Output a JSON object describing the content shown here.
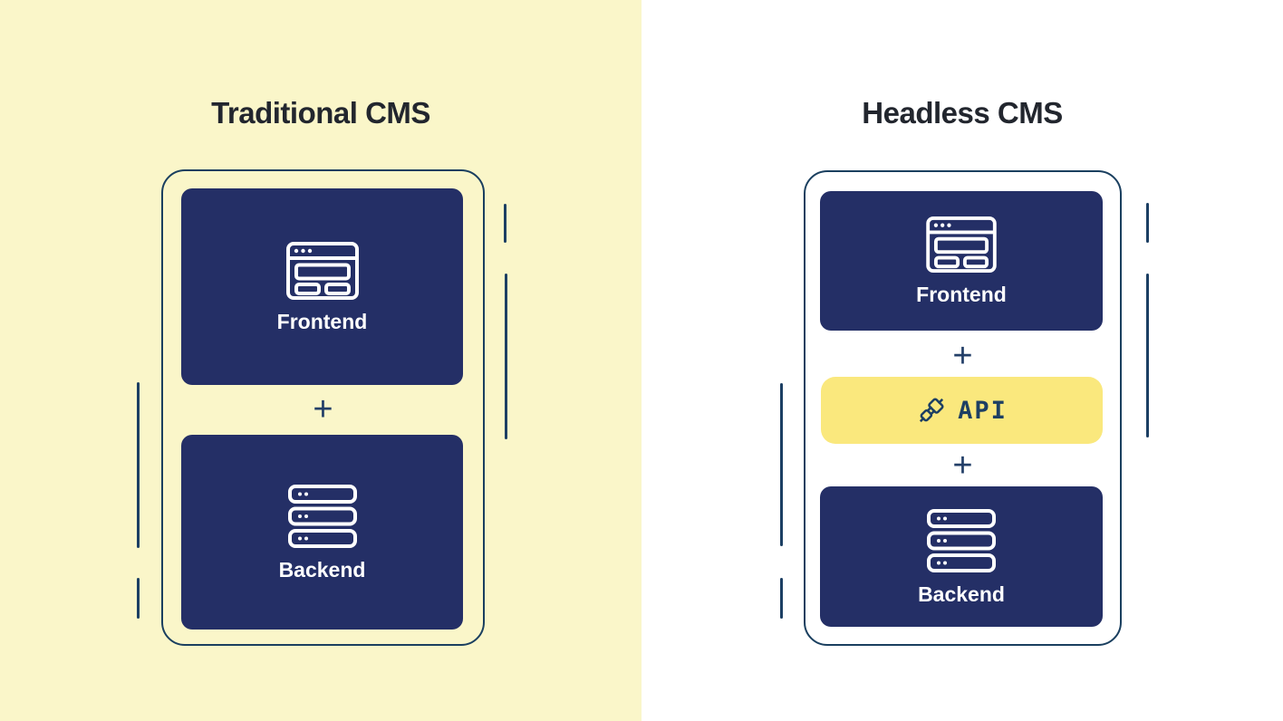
{
  "palette": {
    "left_background": "#faf6c9",
    "right_background": "#ffffff",
    "node_fill": "#242f66",
    "outline_navy": "#1a3f5f",
    "decor_line": "#1c3f63",
    "title_color": "#22262e",
    "api_pill_background": "#fae87d",
    "api_text_color": "#1d3f63",
    "node_label_color": "#ffffff",
    "plus_color": "#233f68"
  },
  "left_panel": {
    "title": "Traditional CMS",
    "frontend": {
      "label": "Frontend",
      "icon": "browser-icon"
    },
    "connector": "+",
    "backend": {
      "label": "Backend",
      "icon": "server-icon"
    }
  },
  "right_panel": {
    "title": "Headless CMS",
    "frontend": {
      "label": "Frontend",
      "icon": "browser-icon"
    },
    "connector_top": "+",
    "api": {
      "label": "API",
      "icon": "plug-icon"
    },
    "connector_bottom": "+",
    "backend": {
      "label": "Backend",
      "icon": "server-icon"
    }
  }
}
